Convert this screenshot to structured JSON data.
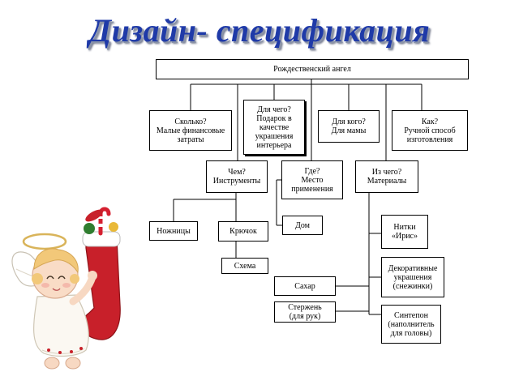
{
  "title": "Дизайн- спецификация",
  "nodes": {
    "root": "Рождественский ангел",
    "skolko": "Сколько?\nМалые финансовые\nзатраты",
    "dlya_chego": "Для чего?\nПодарок в\nкачестве\nукрашения\nинтерьера",
    "dlya_kogo": "Для кого?\nДля мамы",
    "kak": "Как?\nРучной способ\nизготовления",
    "chem": "Чем?\nИнструменты",
    "gde": "Где?\nМесто\nприменения",
    "iz_chego": "Из чего?\nМатериалы",
    "nozhnitsy": "Ножницы",
    "kryuchok": "Крючок",
    "shema": "Схема",
    "dom": "Дом",
    "nitki": "Нитки\n«Ирис»",
    "dekor": "Декоративные\nукрашения\n(снежинки)",
    "sahar": "Сахар",
    "sterzhen": "Стержень\n(для рук)",
    "sintepon": "Синтепон\n(наполнитель\nдля головы)"
  },
  "colors": {
    "title": "#1f3aa8",
    "stocking": "#c8202a",
    "wing": "#ffffff",
    "hair": "#f2c879"
  }
}
